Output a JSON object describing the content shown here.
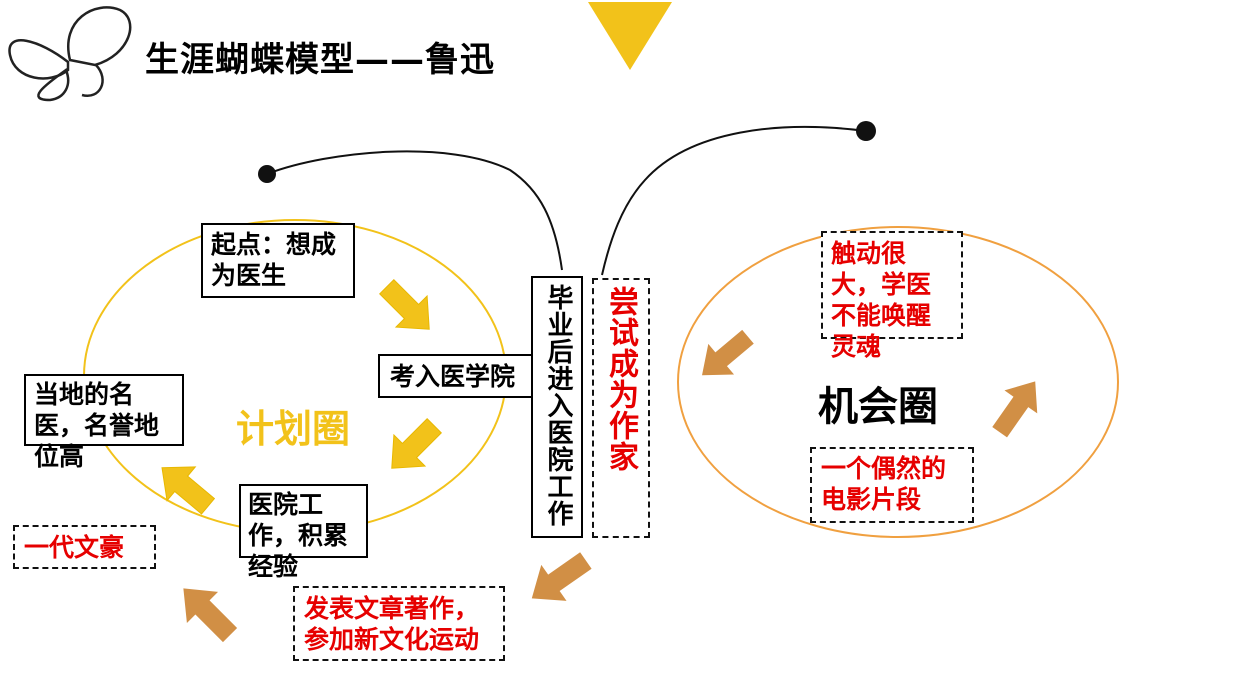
{
  "title": "生涯蝴蝶模型——鲁迅",
  "planning_circle_label": "计划圈",
  "opportunity_circle_label": "机会圈",
  "boxes": {
    "start": "起点：想成为医生",
    "exam": "考入医学院",
    "hospital_work": "医院工作，积累经验",
    "famous_doctor": "当地的名医，名誉地位高",
    "enter_hospital": "毕业后进入医院工作",
    "try_writer": "尝试成为作家",
    "touched": "触动很大，学医不能唤醒灵魂",
    "film": "一个偶然的电影片段",
    "publish": "发表文章著作，参加新文化运动",
    "master": "一代文豪"
  },
  "colors": {
    "yellow_arrow": "#f2c21a",
    "brown_arrow": "#d18f45",
    "planning_circle": "#f2c21a",
    "opportunity_circle": "#f0a040",
    "red_text": "#e60000"
  }
}
